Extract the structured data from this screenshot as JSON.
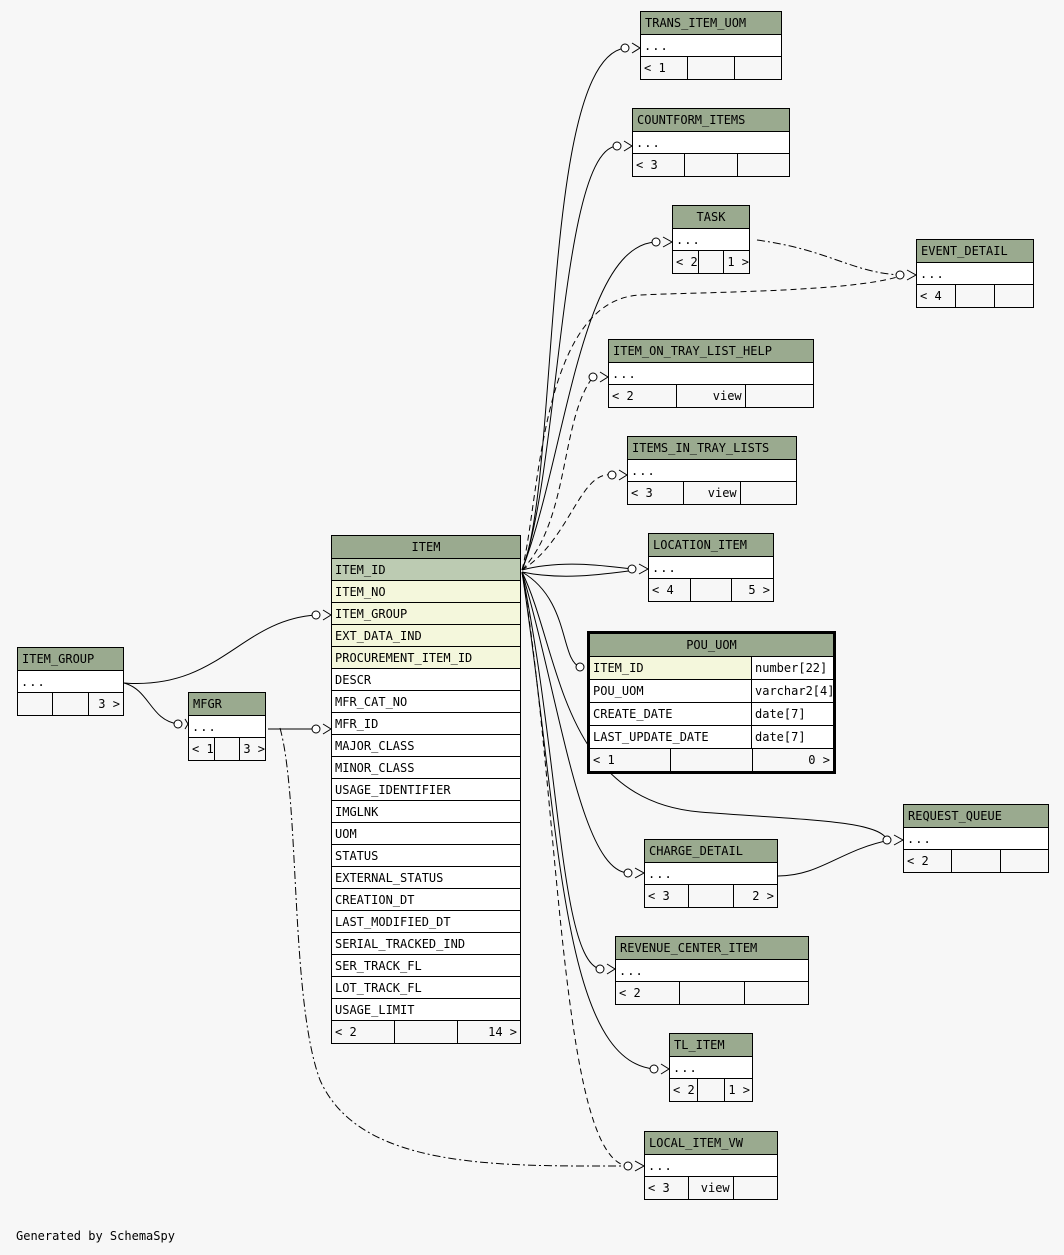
{
  "credit": "Generated by SchemaSpy",
  "tables": {
    "trans_item_uom": {
      "name": "TRANS_ITEM_UOM",
      "dots": "...",
      "foot": [
        "< 1",
        "",
        ""
      ]
    },
    "countform_items": {
      "name": "COUNTFORM_ITEMS",
      "dots": "...",
      "foot": [
        "< 3",
        "",
        ""
      ]
    },
    "task": {
      "name": "TASK",
      "dots": "...",
      "foot": [
        "< 2",
        "",
        "1 >"
      ]
    },
    "event_detail": {
      "name": "EVENT_DETAIL",
      "dots": "...",
      "foot": [
        "< 4",
        "",
        ""
      ]
    },
    "item_on_tray_list_help": {
      "name": "ITEM_ON_TRAY_LIST_HELP",
      "dots": "...",
      "foot": [
        "< 2",
        "view",
        ""
      ]
    },
    "items_in_tray_lists": {
      "name": "ITEMS_IN_TRAY_LISTS",
      "dots": "...",
      "foot": [
        "< 3",
        "view",
        ""
      ]
    },
    "location_item": {
      "name": "LOCATION_ITEM",
      "dots": "...",
      "foot": [
        "< 4",
        "",
        "5 >"
      ]
    },
    "item_group": {
      "name": "ITEM_GROUP",
      "dots": "...",
      "foot": [
        "",
        "",
        "3 >"
      ]
    },
    "mfgr": {
      "name": "MFGR",
      "dots": "...",
      "foot": [
        "< 1",
        "",
        "3 >"
      ]
    },
    "request_queue": {
      "name": "REQUEST_QUEUE",
      "dots": "...",
      "foot": [
        "< 2",
        "",
        ""
      ]
    },
    "charge_detail": {
      "name": "CHARGE_DETAIL",
      "dots": "...",
      "foot": [
        "< 3",
        "",
        "2 >"
      ]
    },
    "revenue_center_item": {
      "name": "REVENUE_CENTER_ITEM",
      "dots": "...",
      "foot": [
        "< 2",
        "",
        ""
      ]
    },
    "tl_item": {
      "name": "TL_ITEM",
      "dots": "...",
      "foot": [
        "< 2",
        "",
        "1 >"
      ]
    },
    "local_item_vw": {
      "name": "LOCAL_ITEM_VW",
      "dots": "...",
      "foot": [
        "< 3",
        "view",
        ""
      ]
    },
    "item": {
      "name": "ITEM",
      "columns": [
        "ITEM_ID",
        "ITEM_NO",
        "ITEM_GROUP",
        "EXT_DATA_IND",
        "PROCUREMENT_ITEM_ID",
        "DESCR",
        "MFR_CAT_NO",
        "MFR_ID",
        "MAJOR_CLASS",
        "MINOR_CLASS",
        "USAGE_IDENTIFIER",
        "IMGLNK",
        "UOM",
        "STATUS",
        "EXTERNAL_STATUS",
        "CREATION_DT",
        "LAST_MODIFIED_DT",
        "SERIAL_TRACKED_IND",
        "SER_TRACK_FL",
        "LOT_TRACK_FL",
        "USAGE_LIMIT"
      ],
      "foot": [
        "< 2",
        "",
        "14 >"
      ]
    },
    "pou_uom": {
      "name": "POU_UOM",
      "columns": [
        {
          "name": "ITEM_ID",
          "type": "number[22]"
        },
        {
          "name": "POU_UOM",
          "type": "varchar2[4]"
        },
        {
          "name": "CREATE_DATE",
          "type": "date[7]"
        },
        {
          "name": "LAST_UPDATE_DATE",
          "type": "date[7]"
        }
      ],
      "foot": [
        "< 1",
        "",
        "0 >"
      ]
    }
  }
}
